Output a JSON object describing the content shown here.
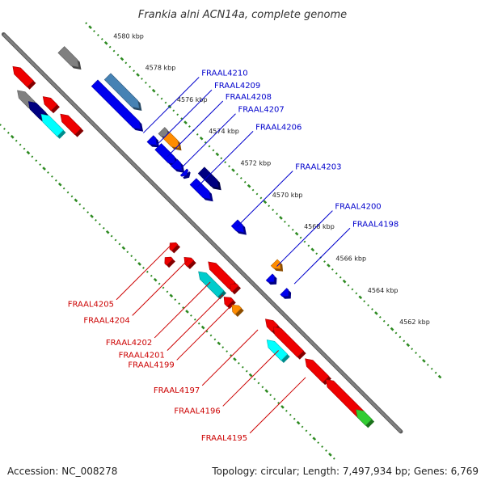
{
  "title": "Frankia alni ACN14a, complete genome",
  "accession": "Accession: NC_008278",
  "topology": "Topology: circular; Length: 7,497,934 bp; Genes: 6,769",
  "ticks": [
    {
      "label": "4580 kbp",
      "kbp": 4580
    },
    {
      "label": "4578 kbp",
      "kbp": 4578
    },
    {
      "label": "4576 kbp",
      "kbp": 4576
    },
    {
      "label": "4574 kbp",
      "kbp": 4574
    },
    {
      "label": "4572 kbp",
      "kbp": 4572
    },
    {
      "label": "4570 kbp",
      "kbp": 4570
    },
    {
      "label": "4568 kbp",
      "kbp": 4568
    },
    {
      "label": "4566 kbp",
      "kbp": 4566
    },
    {
      "label": "4564 kbp",
      "kbp": 4564
    },
    {
      "label": "4562 kbp",
      "kbp": 4562
    }
  ],
  "genes": [
    {
      "strand": "+",
      "kbp_start": 4578.9,
      "kbp_end": 4576.9,
      "color": "#4682b4",
      "row": 2
    },
    {
      "strand": "+",
      "kbp_start": 4579.1,
      "kbp_end": 4576.2,
      "color": "#0000ee",
      "row": 1
    },
    {
      "strand": "+",
      "kbp_start": 4581.2,
      "kbp_end": 4580.1,
      "color": "#808080",
      "row": 1
    },
    {
      "strand": "+",
      "kbp_start": 4575.5,
      "kbp_end": 4575.1,
      "color": "#808080",
      "row": 2
    },
    {
      "strand": "+",
      "kbp_start": 4575.2,
      "kbp_end": 4574.4,
      "color": "#ff8c00",
      "row": 2
    },
    {
      "strand": "+",
      "kbp_start": 4575.6,
      "kbp_end": 4575.2,
      "color": "#0000ee",
      "row": 1
    },
    {
      "strand": "+",
      "kbp_start": 4575.1,
      "kbp_end": 4574.0,
      "color": "#0000ee",
      "row": 1
    },
    {
      "strand": "+",
      "kbp_start": 4574.1,
      "kbp_end": 4573.6,
      "color": "#0000ee",
      "row": 1
    },
    {
      "strand": "+",
      "kbp_start": 4573.5,
      "kbp_end": 4573.3,
      "color": "#0000ee",
      "row": 1
    },
    {
      "strand": "+",
      "kbp_start": 4573.0,
      "kbp_end": 4571.9,
      "color": "#000080",
      "row": 2
    },
    {
      "strand": "+",
      "kbp_start": 4572.9,
      "kbp_end": 4571.8,
      "color": "#0000ee",
      "row": 1
    },
    {
      "strand": "+",
      "kbp_start": 4570.3,
      "kbp_end": 4569.7,
      "color": "#0000ee",
      "row": 1
    },
    {
      "strand": "+",
      "kbp_start": 4567.8,
      "kbp_end": 4567.4,
      "color": "#ff8c00",
      "row": 1
    },
    {
      "strand": "+",
      "kbp_start": 4567.5,
      "kbp_end": 4567.2,
      "color": "#0000ee",
      "row": 0
    },
    {
      "strand": "+",
      "kbp_start": 4566.6,
      "kbp_end": 4566.3,
      "color": "#0000ee",
      "row": 0
    },
    {
      "strand": "-",
      "kbp_start": 4582.2,
      "kbp_end": 4581.1,
      "color": "#ee0000",
      "row": 0
    },
    {
      "strand": "-",
      "kbp_start": 4581.3,
      "kbp_end": 4580.4,
      "color": "#808080",
      "row": 1
    },
    {
      "strand": "-",
      "kbp_start": 4580.6,
      "kbp_end": 4579.7,
      "color": "#000080",
      "row": 1
    },
    {
      "strand": "-",
      "kbp_start": 4580.3,
      "kbp_end": 4579.6,
      "color": "#ee0000",
      "row": 0
    },
    {
      "strand": "-",
      "kbp_start": 4579.8,
      "kbp_end": 4578.6,
      "color": "#00ffff",
      "row": 1
    },
    {
      "strand": "-",
      "kbp_start": 4579.2,
      "kbp_end": 4578.1,
      "color": "#ee0000",
      "row": 0
    },
    {
      "strand": "-",
      "kbp_start": 4571.7,
      "kbp_end": 4571.4,
      "color": "#ee0000",
      "row": 1
    },
    {
      "strand": "-",
      "kbp_start": 4571.4,
      "kbp_end": 4571.1,
      "color": "#ee0000",
      "row": 2
    },
    {
      "strand": "-",
      "kbp_start": 4570.8,
      "kbp_end": 4570.4,
      "color": "#ee0000",
      "row": 1
    },
    {
      "strand": "-",
      "kbp_start": 4569.9,
      "kbp_end": 4568.4,
      "color": "#ee0000",
      "row": 0
    },
    {
      "strand": "-",
      "kbp_start": 4569.9,
      "kbp_end": 4568.5,
      "color": "#00cccc",
      "row": 1
    },
    {
      "strand": "-",
      "kbp_start": 4568.5,
      "kbp_end": 4568.2,
      "color": "#ee0000",
      "row": 0
    },
    {
      "strand": "-",
      "kbp_start": 4568.3,
      "kbp_end": 4567.9,
      "color": "#ee0000",
      "row": 1
    },
    {
      "strand": "-",
      "kbp_start": 4567.8,
      "kbp_end": 4567.4,
      "color": "#ff8c00",
      "row": 1
    },
    {
      "strand": "-",
      "kbp_start": 4566.3,
      "kbp_end": 4565.7,
      "color": "#ee0000",
      "row": 0
    },
    {
      "strand": "-",
      "kbp_start": 4565.8,
      "kbp_end": 4564.1,
      "color": "#ee0000",
      "row": 0
    },
    {
      "strand": "-",
      "kbp_start": 4565.6,
      "kbp_end": 4564.5,
      "color": "#00ffff",
      "row": 1
    },
    {
      "strand": "-",
      "kbp_start": 4563.8,
      "kbp_end": 4562.5,
      "color": "#ee0000",
      "row": 0
    },
    {
      "strand": "-",
      "kbp_start": 4562.5,
      "kbp_end": 4560.3,
      "color": "#ee0000",
      "row": 0
    },
    {
      "strand": "-",
      "kbp_start": 4560.6,
      "kbp_end": 4559.8,
      "color": "#32cd32",
      "row": 0
    }
  ],
  "labels_plus": [
    {
      "text": "FRAAL4210",
      "kbp": 4576.0
    },
    {
      "text": "FRAAL4209",
      "kbp": 4575.2
    },
    {
      "text": "FRAAL4208",
      "kbp": 4574.5
    },
    {
      "text": "FRAAL4207",
      "kbp": 4573.7
    },
    {
      "text": "FRAAL4206",
      "kbp": 4572.6
    },
    {
      "text": "FRAAL4203",
      "kbp": 4570.1
    },
    {
      "text": "FRAAL4200",
      "kbp": 4567.6
    },
    {
      "text": "FRAAL4198",
      "kbp": 4566.5
    }
  ],
  "labels_minus": [
    {
      "text": "FRAAL4205",
      "kbp": 4571.6
    },
    {
      "text": "FRAAL4204",
      "kbp": 4570.6
    },
    {
      "text": "FRAAL4202",
      "kbp": 4569.2
    },
    {
      "text": "FRAAL4201",
      "kbp": 4568.4
    },
    {
      "text": "FRAAL4199",
      "kbp": 4567.8
    },
    {
      "text": "FRAAL4197",
      "kbp": 4566.2
    },
    {
      "text": "FRAAL4196",
      "kbp": 4564.9
    },
    {
      "text": "FRAAL4195",
      "kbp": 4563.2
    }
  ],
  "colors": {
    "backbone": "#808080",
    "plus_label": "#0000cc",
    "minus_label": "#cc0000",
    "scale_dots": "#2e8b22"
  }
}
